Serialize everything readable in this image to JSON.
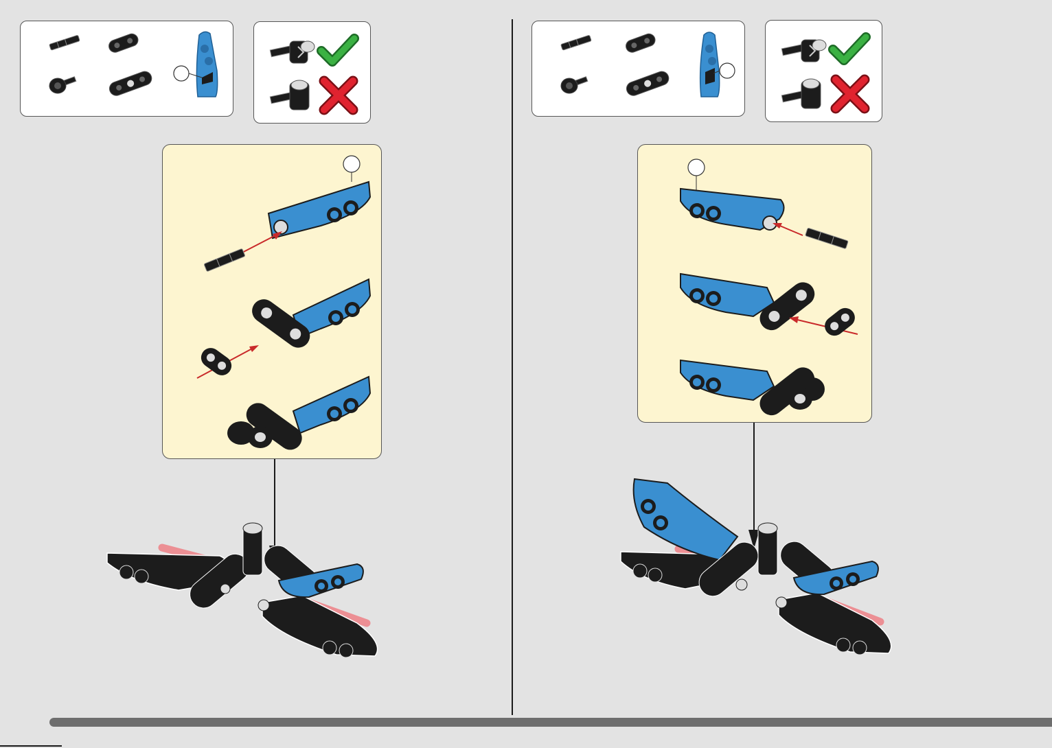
{
  "document": {
    "type": "building-instructions",
    "page_number": "",
    "palette": {
      "background": "#e3e3e3",
      "callout_fill": "#fdf5d0",
      "part_blue": "#3a8fd0",
      "part_black": "#1c1c1c",
      "axle_red": "#ec8f94",
      "arrow_red": "#c92a2a",
      "check_green": "#3bb143",
      "cross_red": "#e0232f",
      "progress_gray": "#6e6e6e"
    },
    "steps": [
      {
        "parts_list": [
          "2l-axle-icon",
          "2m-thin-beam-icon",
          "pin-connector-hub-icon",
          "3m-thin-beam-icon",
          "blue-fairing-icon"
        ],
        "correct_orientation": "check-icon",
        "wrong_orientation": "cross-icon",
        "subassembly_steps": [
          "insert-axle",
          "attach-thin-beam",
          "attach-connector"
        ]
      },
      {
        "parts_list": [
          "2l-axle-icon",
          "2m-thin-beam-icon",
          "pin-connector-hub-icon",
          "3m-thin-beam-icon",
          "blue-fairing-icon"
        ],
        "correct_orientation": "check-icon",
        "wrong_orientation": "cross-icon",
        "subassembly_steps": [
          "insert-axle",
          "attach-thin-beam",
          "attach-connector"
        ]
      }
    ]
  }
}
